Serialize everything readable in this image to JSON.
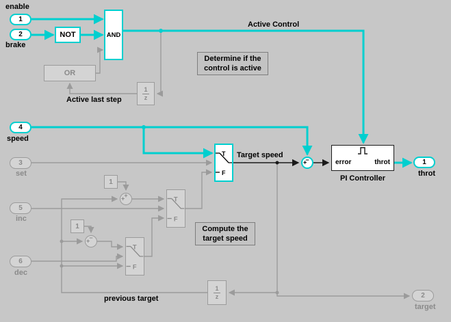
{
  "colors": {
    "bg": "#c7c7c7",
    "highlight": "#00cfcf",
    "faded": "#9b9b9b",
    "faded_fill": "#d4d4d4",
    "text_faded": "#8a8a8a",
    "annotation_bg": "#c3c3c3",
    "annotation_border": "#7d7d7d",
    "line_dark": "#1a1a1a"
  },
  "ports": {
    "enable": {
      "number": "1",
      "label": "enable"
    },
    "brake": {
      "number": "2",
      "label": "brake"
    },
    "set": {
      "number": "3",
      "label": "set"
    },
    "speed": {
      "number": "4",
      "label": "speed"
    },
    "inc": {
      "number": "5",
      "label": "inc"
    },
    "dec": {
      "number": "6",
      "label": "dec"
    },
    "throt": {
      "number": "1",
      "label": "throt"
    },
    "target": {
      "number": "2",
      "label": "target"
    }
  },
  "blocks": {
    "not_op": {
      "label": "NOT"
    },
    "and_op": {
      "label": "AND"
    },
    "or_op": {
      "label": "OR"
    },
    "delay_top": {
      "num": "1",
      "den": "z",
      "name": "Active last step"
    },
    "delay_bottom": {
      "num": "1",
      "den": "z",
      "name": "previous target"
    },
    "const_inc": {
      "value": "1"
    },
    "const_dec": {
      "value": "1"
    },
    "switch_t": "T",
    "switch_f": "F",
    "pi": {
      "name": "PI Controller",
      "in_label": "error",
      "out_label": "throt"
    }
  },
  "sums": {
    "error": {
      "top": "−",
      "left": "+"
    },
    "inc": {
      "top": "+",
      "left": "+"
    },
    "dec": {
      "top": "−",
      "left": "+"
    }
  },
  "annotations": {
    "determine": "Determine if the control is active",
    "compute": "Compute the target speed"
  },
  "signal_labels": {
    "active_control": "Active Control",
    "target_speed": "Target speed"
  }
}
